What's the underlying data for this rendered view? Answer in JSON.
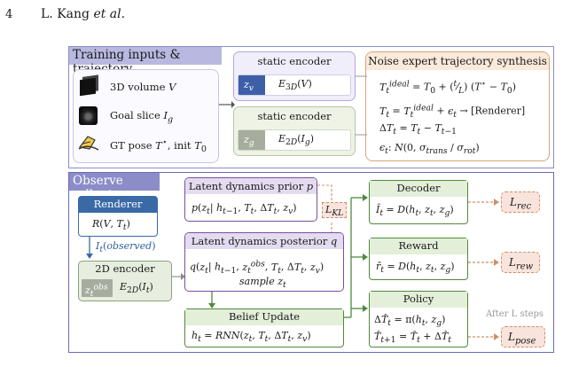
{
  "header": {
    "page_number": "4",
    "authors": "L. Kang et al."
  },
  "top_panel": {
    "title": "Training inputs & trajectory",
    "inputs": [
      "3D volume V",
      "Goal slice I_g",
      "GT pose T*, init T_0"
    ]
  },
  "static_encoder_3d": {
    "title": "static encoder",
    "latent": "z_v",
    "formula": "E_3D(V)"
  },
  "static_encoder_2d": {
    "title": "static encoder",
    "latent": "z_g",
    "formula": "E_2D(I_g)"
  },
  "noise_expert": {
    "title": "Noise expert trajectory synthesis",
    "lines": [
      "T_t^ideal = T_0 + (t/L)(T* − T_0)",
      "T_t = T_t^ideal + ε_t → [Renderer]",
      "ΔT_t = T_t − T_{t−1}",
      "ε_t: N(0, σ_trans / σ_rot)"
    ]
  },
  "bottom_panel": {
    "title": "Observe rollout"
  },
  "renderer": {
    "title": "Renderer",
    "formula": "R(V, T_t)",
    "output_label": "I_t(observed)"
  },
  "encoder_2d": {
    "title": "2D encoder",
    "latent": "z_t^obs",
    "formula": "E_2D(I_t)"
  },
  "prior": {
    "title": "Latent dynamics prior p",
    "formula": "p(z_t | h_{t−1}, T_t, ΔT_t, z_v)"
  },
  "posterior": {
    "title": "Latent dynamics posterior q",
    "formula": "q(z_t | h_{t−1}, z_t^obs, T_t, ΔT_t, z_v)",
    "sample": "sample z_t"
  },
  "belief": {
    "title": "Belief Update",
    "formula": "h_t = RNN(z_t, T_t, ΔT_t, z_v)"
  },
  "decoder": {
    "title": "Decoder",
    "formula": "Î_t = D(h_t, z_t, z_g)"
  },
  "reward": {
    "title": "Reward",
    "formula": "r̂_t = D(h_t, z_t, z_g)"
  },
  "policy": {
    "title": "Policy",
    "formula1": "ΔT̂_t = π(h_t, z_g)",
    "formula2": "T̂_{t+1} = T̂_t + ΔT̂_t"
  },
  "losses": {
    "kl": "L_KL",
    "rec": "L_rec",
    "rew": "L_rew",
    "pose": "L_pose"
  },
  "after_steps": "After L steps",
  "colors": {
    "panel_border": "#6b6bb8",
    "header_fill": "#b8b8e0",
    "lavender_fill": "#efeefa",
    "purple": "#7a4fa0",
    "purple_fill": "#e7dff2",
    "green": "#4f8a3c",
    "green_fill": "#e3efd9",
    "blue": "#3a6aa6",
    "blue_fill": "#dde8f5",
    "peach": "#d79a63",
    "peach_fill": "#fbe9da",
    "loss_fill": "#f8e4dc",
    "loss_border": "#d28f67"
  }
}
